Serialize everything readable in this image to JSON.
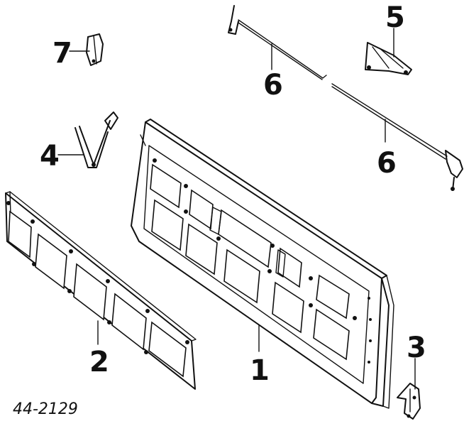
{
  "diagram": {
    "reference_number": "44-2129",
    "callouts": [
      {
        "id": "1",
        "label": "1"
      },
      {
        "id": "2",
        "label": "2"
      },
      {
        "id": "3",
        "label": "3"
      },
      {
        "id": "4",
        "label": "4"
      },
      {
        "id": "5",
        "label": "5"
      },
      {
        "id": "6a",
        "label": "6"
      },
      {
        "id": "6b",
        "label": "6"
      },
      {
        "id": "7",
        "label": "7"
      }
    ]
  }
}
